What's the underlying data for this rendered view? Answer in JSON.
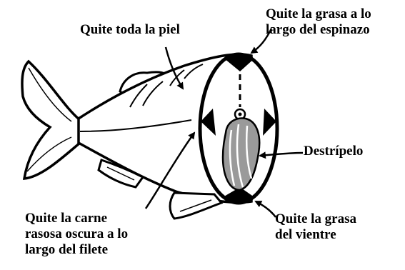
{
  "labels": {
    "remove_skin": "Quite toda la piel",
    "backbone_fat": [
      "Quite la grasa a lo",
      "largo del espinazo"
    ],
    "gut": "Destrípelo",
    "belly_fat": [
      "Quite la grasa",
      "del vientre"
    ],
    "dark_flesh": [
      "Quite la carne",
      "rasosa oscura a lo",
      "largo del filete"
    ]
  },
  "colors": {
    "ink": "#000000",
    "organ_fill": "#9a9a9a",
    "background": "#ffffff"
  }
}
